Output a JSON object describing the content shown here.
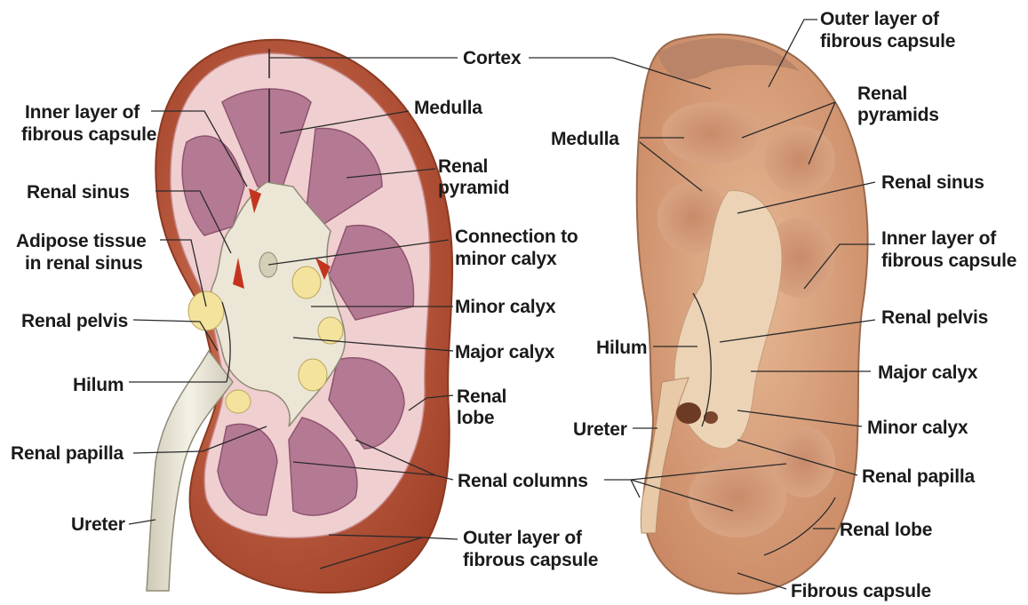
{
  "left_figure": {
    "labels": {
      "cortex": "Cortex",
      "inner_layer_1": "Inner layer of",
      "inner_layer_2": "fibrous capsule",
      "medulla": "Medulla",
      "renal_sinus": "Renal sinus",
      "renal_pyramid_1": "Renal",
      "renal_pyramid_2": "pyramid",
      "adipose_1": "Adipose tissue",
      "adipose_2": "in renal sinus",
      "connection_1": "Connection to",
      "connection_2": "minor calyx",
      "minor_calyx": "Minor calyx",
      "renal_pelvis": "Renal pelvis",
      "major_calyx": "Major calyx",
      "hilum": "Hilum",
      "renal_lobe_1": "Renal",
      "renal_lobe_2": "lobe",
      "renal_papilla": "Renal papilla",
      "renal_columns": "Renal columns",
      "ureter": "Ureter",
      "outer_layer_1": "Outer layer of",
      "outer_layer_2": "fibrous capsule"
    }
  },
  "right_figure": {
    "labels": {
      "outer_layer_1": "Outer layer of",
      "outer_layer_2": "fibrous capsule",
      "renal_pyramids_1": "Renal",
      "renal_pyramids_2": "pyramids",
      "medulla": "Medulla",
      "renal_sinus": "Renal sinus",
      "inner_layer_1": "Inner layer of",
      "inner_layer_2": "fibrous capsule",
      "renal_pelvis": "Renal pelvis",
      "hilum": "Hilum",
      "major_calyx": "Major calyx",
      "ureter": "Ureter",
      "minor_calyx": "Minor calyx",
      "renal_papilla": "Renal papilla",
      "renal_lobe": "Renal lobe",
      "fibrous_capsule": "Fibrous capsule"
    }
  },
  "colors": {
    "capsule": "#b5543a",
    "cortex": "#f0cfd0",
    "pyramid": "#b57a93",
    "sinus": "#ebe6d6",
    "fat": "#f3e39c",
    "specimen": "#d8a37e"
  }
}
